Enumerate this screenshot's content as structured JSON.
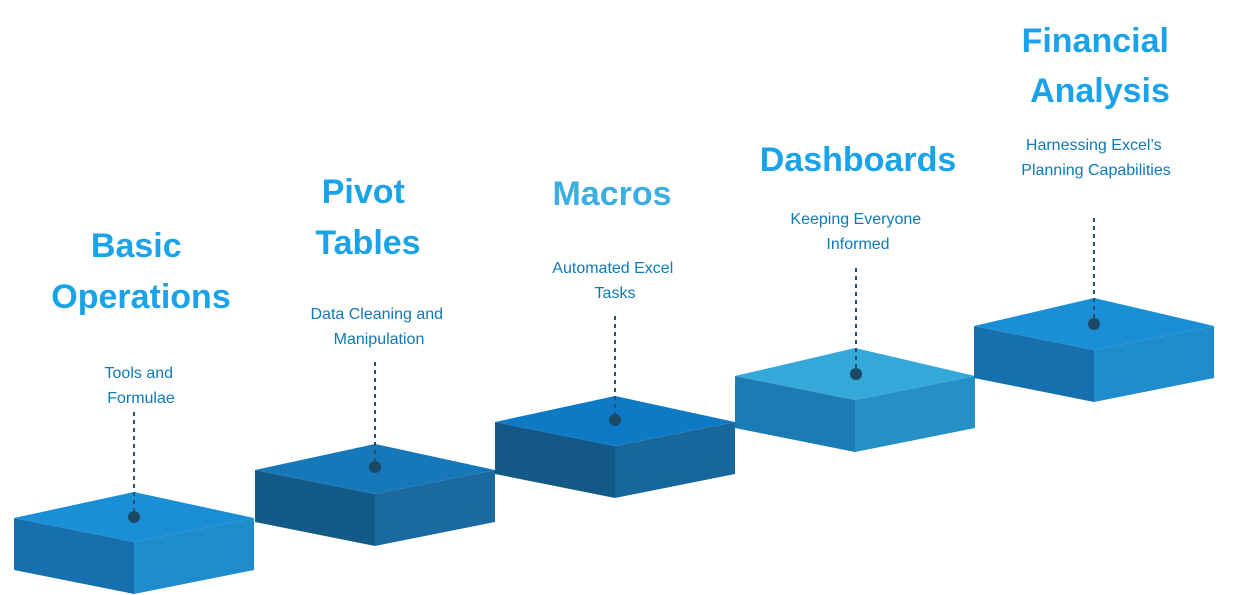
{
  "steps": [
    {
      "title_lines": [
        "Basic",
        "Operations"
      ],
      "subtitle_lines": [
        "Tools and",
        "Formulae"
      ],
      "top_color": "#1a8fd6",
      "left_color": "#1770ad",
      "right_color": "#1f8ccc"
    },
    {
      "title_lines": [
        "Pivot",
        "Tables"
      ],
      "subtitle_lines": [
        "Data Cleaning and",
        "Manipulation"
      ],
      "top_color": "#1677b9",
      "left_color": "#145a89",
      "right_color": "#1a6aa0"
    },
    {
      "title_lines": [
        "Macros"
      ],
      "subtitle_lines": [
        "Automated Excel",
        "Tasks"
      ],
      "top_color": "#0e7ac6",
      "left_color": "#135886",
      "right_color": "#17679b"
    },
    {
      "title_lines": [
        "Dashboards"
      ],
      "subtitle_lines": [
        "Keeping Everyone",
        "Informed"
      ],
      "top_color": "#34a8d8",
      "left_color": "#1b7bb3",
      "right_color": "#2590c6"
    },
    {
      "title_lines": [
        "Financial",
        "Analysis"
      ],
      "subtitle_lines": [
        "Harnessing Excel’s",
        "Planning Capabilities"
      ],
      "top_color": "#1a8fd6",
      "left_color": "#1770ad",
      "right_color": "#1f8ccc"
    }
  ]
}
